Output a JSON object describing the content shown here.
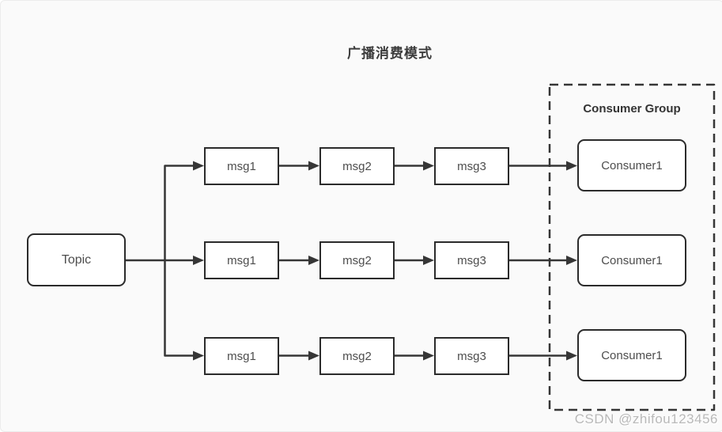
{
  "title": "广播消费模式",
  "topic": {
    "label": "Topic"
  },
  "rows": [
    {
      "msgs": [
        "msg1",
        "msg2",
        "msg3"
      ],
      "consumer": "Consumer1"
    },
    {
      "msgs": [
        "msg1",
        "msg2",
        "msg3"
      ],
      "consumer": "Consumer1"
    },
    {
      "msgs": [
        "msg1",
        "msg2",
        "msg3"
      ],
      "consumer": "Consumer1"
    }
  ],
  "consumer_group": {
    "label": "Consumer Group"
  },
  "watermark": "CSDN @zhifou123456",
  "colors": {
    "background": "#fafafa",
    "node_fill": "#ffffff",
    "node_border": "#2b2b2b",
    "line": "#363636",
    "node_text": "#4d4d4d",
    "title_text": "#3b3b3b",
    "watermark_text": "#b9b9b9"
  }
}
